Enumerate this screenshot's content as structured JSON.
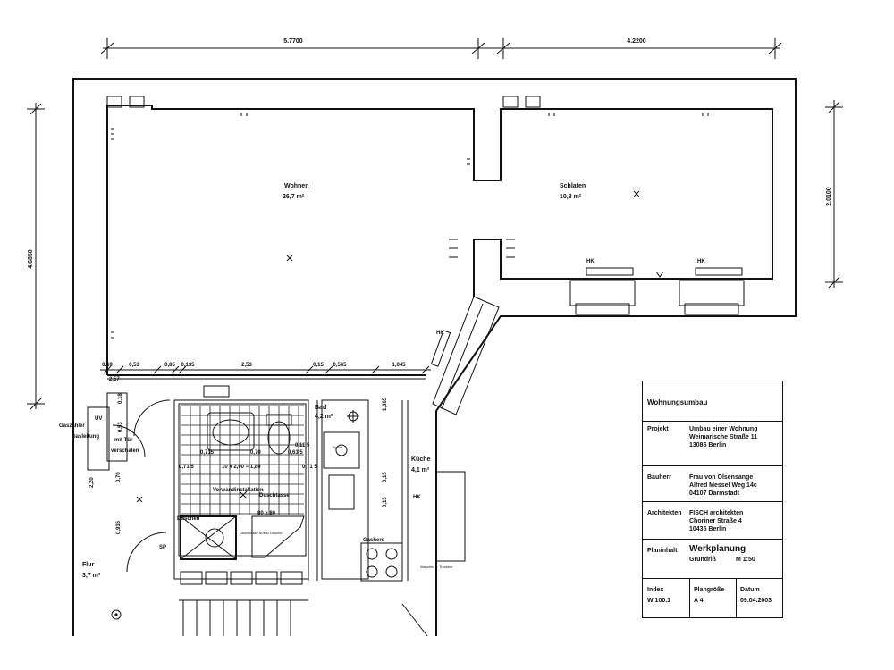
{
  "dimensions": {
    "top_left": "5.7700",
    "top_right": "4.2200",
    "left_height": "4.6850",
    "right_height": "2.0100",
    "row_labels": [
      "0.69",
      "0,53",
      "0,85",
      "0,135",
      "2,53",
      "0,15",
      "0,565",
      "1,045"
    ],
    "row_under": "2,57",
    "bath_labels": [
      "0,71 5",
      "0,715",
      "0,70",
      "0,63 5",
      "0,71 5",
      "0,11 5"
    ],
    "bath_tiles": "10 x 2,00 = 1,80",
    "vertical": [
      "0,18",
      "0,53",
      "0,70",
      "2,20",
      "0,935",
      "1,365",
      "0,15",
      "0,15"
    ]
  },
  "rooms": {
    "wohnen": {
      "name": "Wohnen",
      "area": "26,7 m²"
    },
    "schlafen": {
      "name": "Schlafen",
      "area": "10,8 m²"
    },
    "bad": {
      "name": "Bad",
      "area": "4,2 m²"
    },
    "kueche": {
      "name": "Küche",
      "area": "4,1 m²"
    },
    "flur": {
      "name": "Flur",
      "area": "3,7 m²"
    }
  },
  "labels": {
    "hk": "HK",
    "uv": "UV",
    "gasanschluss": "Gaszähler",
    "gas_sub": "Gasleitung",
    "kuehlschrank": "mit Tür",
    "kuehlschrank_sub": "verschalen",
    "duschtasse": "Duschtasse",
    "duschfeld": "80 x 80",
    "vorwand": "Vorwandinstallation",
    "gasherd": "Gasherd",
    "shower": "Duschen",
    "sp": "SP",
    "duschtasse_note": "Duschtasse 80x80 Dusche",
    "spuele_note": "Spüle",
    "herd_note": "Waschm. + Trockner"
  },
  "titleblock": {
    "heading": "Wohnungsumbau",
    "projekt_label": "Projekt",
    "projekt_lines": [
      "Umbau einer Wohnung",
      "Weimarische Straße 11",
      "13086 Berlin"
    ],
    "bauherr_label": "Bauherr",
    "bauherr_lines": [
      "Frau von Olsensange",
      "Alfred Messel Weg 14c",
      "04107 Darmstadt"
    ],
    "architekt_label": "Architekten",
    "architekt_lines": [
      "FISCH architekten",
      "Choriner Straße 4",
      "10435 Berlin"
    ],
    "planinhalt_label": "Planinhalt",
    "planinhalt_title": "Werkplanung",
    "planinhalt_sub": "Grundriß",
    "planinhalt_scale": "M 1:50",
    "index_label": "Index",
    "index_value": "W 100.1",
    "plangroesse_label": "Plangröße",
    "plangroesse_value": "A 4",
    "datum_label": "Datum",
    "datum_value": "09.04.2003"
  }
}
